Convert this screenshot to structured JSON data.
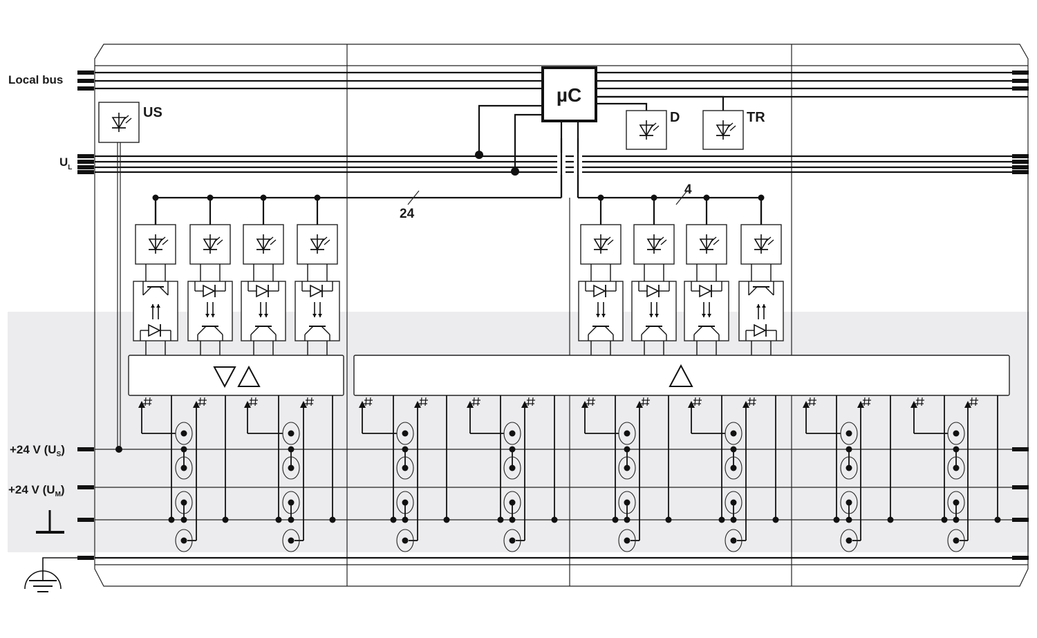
{
  "labels": {
    "local_bus": "Local bus",
    "ul": "U",
    "ul_sub": "L",
    "us_led": "US",
    "mc": "µC",
    "d_led": "D",
    "tr_led": "TR",
    "bus_24": "24",
    "bus_4": "4",
    "us": "+24 V (U",
    "us_sub": "S",
    "um": "+24 V (U",
    "um_sub": "M",
    "close_paren": ")"
  },
  "colors": {
    "line": "#111111",
    "shade": "#ececee",
    "background": "#ffffff"
  },
  "icons": {
    "led": "led-icon",
    "optocoupler": "optocoupler-icon",
    "ground": "ground-symbol-icon",
    "protective_earth": "protective-earth-icon",
    "bidirectional_driver": "bidirectional-driver-icon",
    "input_driver": "input-driver-icon"
  }
}
